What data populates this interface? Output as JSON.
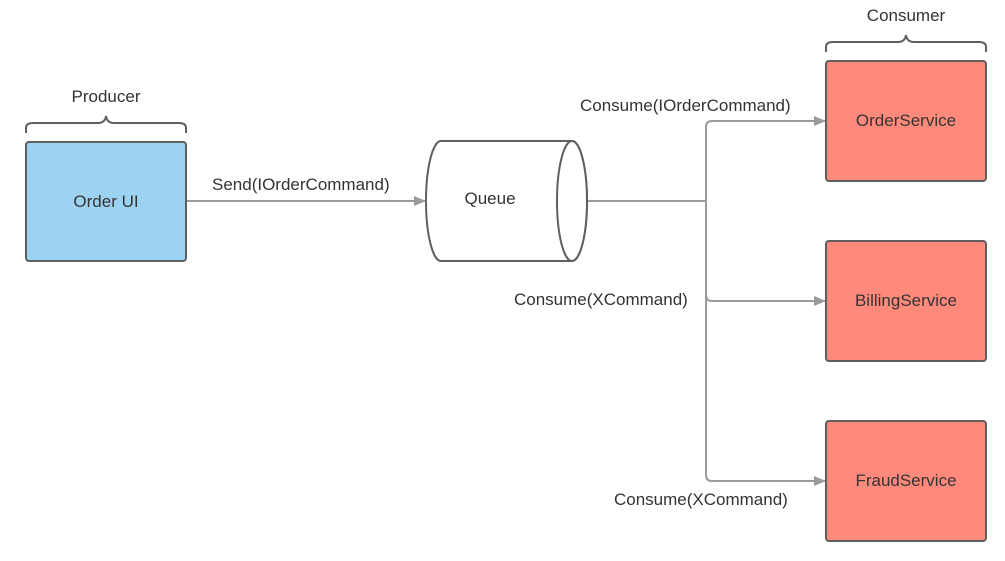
{
  "groups": {
    "producer_label": "Producer",
    "consumer_label": "Consumer"
  },
  "nodes": {
    "order_ui": "Order UI",
    "queue": "Queue",
    "order_service": "OrderService",
    "billing_service": "BillingService",
    "fraud_service": "FraudService"
  },
  "edges": {
    "send": "Send(IOrderCommand)",
    "consume_order": "Consume(IOrderCommand)",
    "consume_billing": "Consume(XCommand)",
    "consume_fraud": "Consume(XCommand)"
  },
  "colors": {
    "producer_fill": "#9dd3f2",
    "consumer_fill": "#ff8a7b",
    "stroke": "#5f5f5f",
    "edge": "#9a9a9a"
  }
}
